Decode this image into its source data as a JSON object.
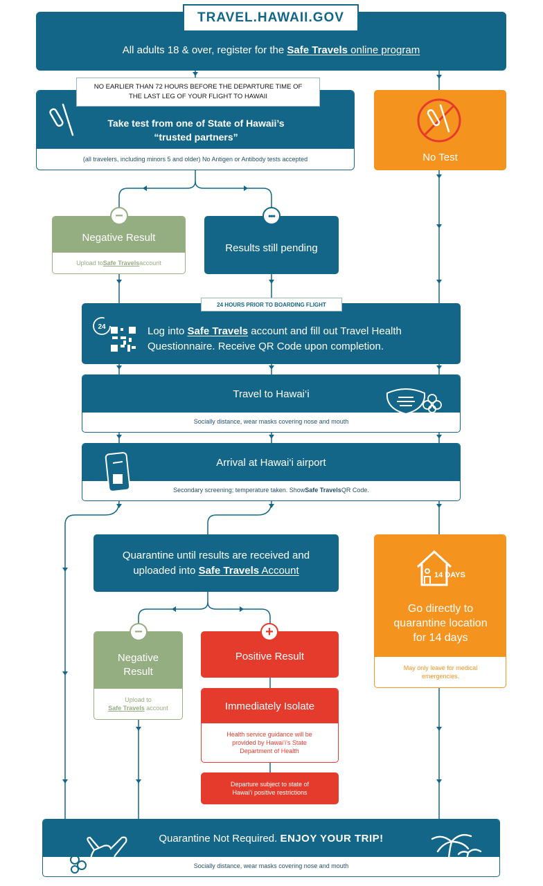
{
  "header": {
    "site": "TRAVEL.HAWAII.GOV",
    "banner_pre": "All adults 18 & over, register for the ",
    "banner_bold": "Safe Travels",
    "banner_post": " online program"
  },
  "test_step": {
    "timing_note_line1": "NO EARLIER THAN 72 HOURS BEFORE THE DEPARTURE TIME OF",
    "timing_note_line2": "THE LAST LEG OF YOUR FLIGHT TO HAWAII",
    "title": "Take test from one of State of Hawaii’s “trusted partners”",
    "subtitle": "(all travelers, including minors 5 and older) No Antigen or Antibody tests accepted"
  },
  "no_test": {
    "label": "No Test"
  },
  "negative_result_1": {
    "title": "Negative Result",
    "sub_pre": "Upload to ",
    "sub_bold": "Safe Travels",
    "sub_post": " account"
  },
  "pending": {
    "title": "Results still pending"
  },
  "log_in_step": {
    "timing_note": "24 HOURS PRIOR TO BOARDING FLIGHT",
    "badge": "24",
    "line1_pre": "Log into ",
    "line1_bold": "Safe Travels",
    "line1_post": " account and fill out Travel Health",
    "line2": "Questionnaire. Receive QR Code upon completion."
  },
  "travel_step": {
    "title": "Travel to Hawai‘i",
    "subtitle": "Socially distance, wear masks covering nose and mouth"
  },
  "arrival_step": {
    "title": "Arrival at Hawai‘i airport",
    "sub_pre": "Secondary screening; temperature taken. Show ",
    "sub_bold": "Safe Travels",
    "sub_post": " QR Code."
  },
  "quarantine_wait": {
    "line1": "Quarantine until results are received and",
    "line2_pre": "uploaded into ",
    "line2_bold": "Safe Travels",
    "line2_post": " Account"
  },
  "quarantine_14": {
    "badge": "14 DAYS",
    "title": "Go directly to quarantine location for 14 days",
    "note": "May only leave for medical emergencies."
  },
  "negative_result_2": {
    "title": "Negative Result",
    "sub_pre": "Upload to",
    "sub_bold": "Safe Travels",
    "sub_post": " account"
  },
  "positive_result": {
    "title": "Positive Result"
  },
  "isolate": {
    "title": "Immediately Isolate",
    "note": "Health service guidance will be provided by Hawai‘i's State Department of Health"
  },
  "departure": {
    "note": "Departure subject to state of Hawai‘i positive restrictions"
  },
  "final": {
    "pre": "Quarantine Not Required. ",
    "bold": "ENJOY YOUR TRIP!",
    "subtitle": "Socially distance, wear masks covering nose and mouth"
  },
  "colors": {
    "teal": "#136687",
    "orange": "#f5931f",
    "green": "#94ad81",
    "red": "#e43b2c"
  },
  "icons": [
    "test-tube-icon",
    "no-test-icon",
    "minus-icon",
    "pending-dots-icon",
    "clock-24-icon",
    "qr-code-icon",
    "mask-icon",
    "hibiscus-icon",
    "phone-boarding-pass-icon",
    "house-icon",
    "plus-icon",
    "shaka-hand-icon",
    "palm-tree-icon"
  ]
}
